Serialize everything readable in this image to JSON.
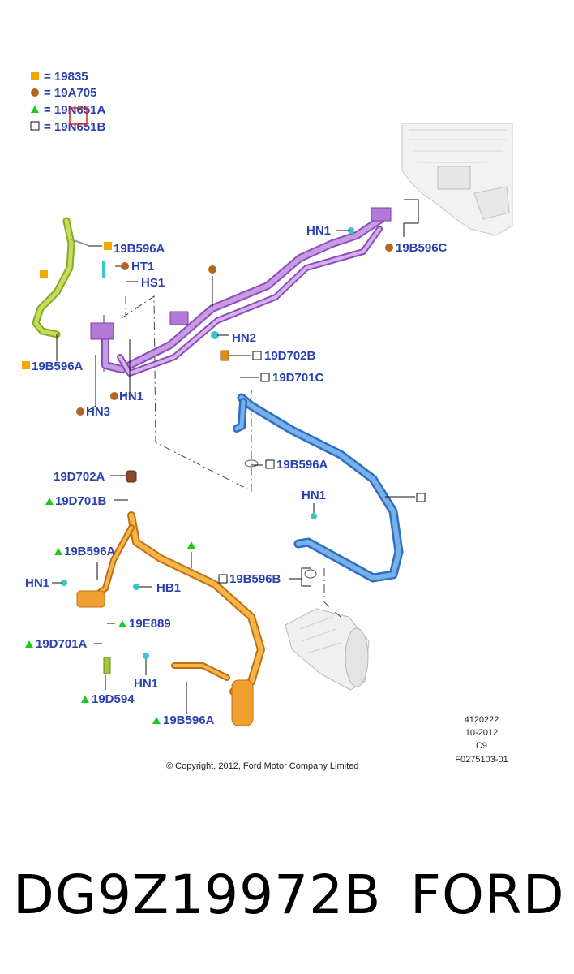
{
  "legend": [
    {
      "symbol": "orange-square",
      "text": "= 19835"
    },
    {
      "symbol": "brown-circle",
      "text": "= 19A705"
    },
    {
      "symbol": "green-triangle",
      "text": "= 19N651A"
    },
    {
      "symbol": "white-square",
      "text": "= 19N651B"
    }
  ],
  "colors": {
    "label": "#2a3fb0",
    "orange_square": "#f5a800",
    "brown_circle": "#b8641e",
    "green_triangle": "#1ec81e",
    "purple_line": "#b27ad6",
    "blue_line": "#4c8fd8",
    "orange_line": "#f0a030",
    "green_line": "#a8c83a",
    "highlight_box": "#e02020"
  },
  "labels": {
    "l_19B596A_top": "19B596A",
    "l_HT1": "HT1",
    "l_HS1": "HS1",
    "l_19B596A_left": "19B596A",
    "l_HN3": "HN3",
    "l_HN1_mid": "HN1",
    "l_HN2": "HN2",
    "l_19D702B": "19D702B",
    "l_19D701C": "19D701C",
    "l_HN1_top": "HN1",
    "l_19B596C": "19B596C",
    "l_19B596A_blue": "19B596A",
    "l_HN1_blue": "HN1",
    "l_19B596B": "19B596B",
    "l_19D702A": "19D702A",
    "l_19D701B": "19D701B",
    "l_19B596A_or": "19B596A",
    "l_HN1_or": "HN1",
    "l_HB1": "HB1",
    "l_19E889": "19E889",
    "l_19D701A": "19D701A",
    "l_19D594": "19D594",
    "l_HN1_bottom": "HN1",
    "l_19B596A_bottom": "19B596A"
  },
  "meta": {
    "line1": "4120222",
    "line2": "10-2012",
    "line3": "C9",
    "line4": "F0275103-01"
  },
  "copyright": "© Copyright, 2012, Ford Motor Company Limited",
  "footer": {
    "part_number": "DG9Z19972B",
    "brand": "FORD"
  }
}
